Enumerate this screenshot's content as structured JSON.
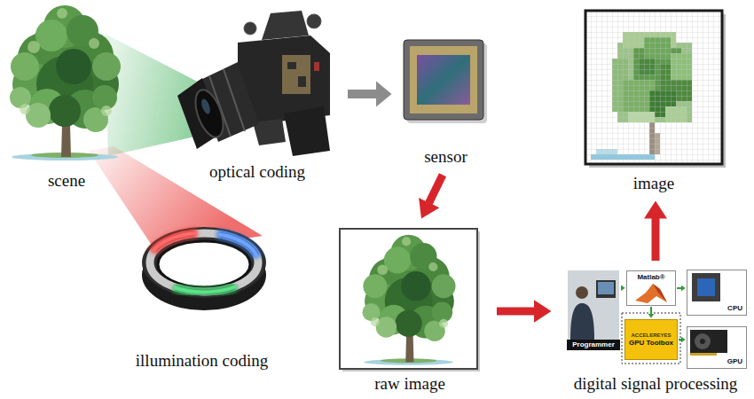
{
  "diagram": {
    "nodes": [
      {
        "text": [
          "scene"
        ]
      },
      {
        "text": [
          "optical coding"
        ]
      },
      {
        "text": [
          "sensor"
        ]
      },
      {
        "text": [
          "image"
        ]
      },
      {
        "text": [
          "illumination coding"
        ]
      },
      {
        "text": [
          "raw image"
        ]
      },
      {
        "text": [
          "digital signal processing"
        ]
      },
      {
        "text": [
          "Programmer"
        ],
        "in": 6
      },
      {
        "text": [
          "Matlab®"
        ],
        "in": 6
      },
      {
        "text": [
          "CPU"
        ],
        "in": 6
      },
      {
        "text": [
          "ACCELEREYES",
          "GPU Toolbox"
        ],
        "in": 6
      },
      {
        "text": [
          "GPU"
        ],
        "in": 6
      }
    ],
    "edges": [
      {
        "from": 1,
        "to": 2,
        "arrow": "to"
      },
      {
        "from": 2,
        "to": 5,
        "arrow": "to"
      },
      {
        "from": 5,
        "to": 6,
        "arrow": "to"
      },
      {
        "from": 6,
        "to": 3,
        "arrow": "to"
      },
      {
        "from": 7,
        "to": 8,
        "arrow": "to"
      },
      {
        "from": 8,
        "to": 9,
        "arrow": "to"
      },
      {
        "from": 8,
        "to": 10,
        "arrow": "to"
      },
      {
        "from": 10,
        "to": 11,
        "arrow": "to"
      }
    ]
  }
}
